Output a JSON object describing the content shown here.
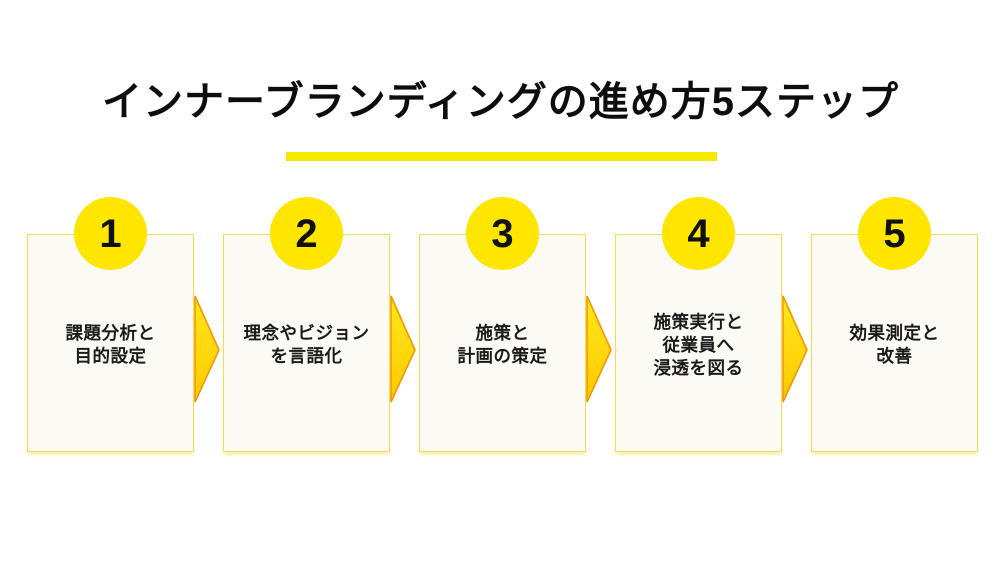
{
  "title": "インナーブランディングの進め方5ステップ",
  "steps": [
    {
      "number": "1",
      "label": "課題分析と\n目的設定"
    },
    {
      "number": "2",
      "label": "理念やビジョン\nを言語化"
    },
    {
      "number": "3",
      "label": "施策と\n計画の策定"
    },
    {
      "number": "4",
      "label": "施策実行と\n従業員へ\n浸透を図る"
    },
    {
      "number": "5",
      "label": "効果測定と\n改善"
    }
  ],
  "icons": {
    "between_steps": "arrow-right"
  },
  "colors": {
    "background": "#ffffff",
    "title_text": "#0d0d0d",
    "underline_bar": "#f6e900",
    "circle_fill": "#ffe600",
    "box_fill": "#fcfaf5",
    "box_border": "#f2de55",
    "arrow_fill_top": "#ffe81c",
    "arrow_fill_bottom": "#ffc800",
    "arrow_stroke": "#f39800",
    "step_text": "#1a1a1a"
  }
}
